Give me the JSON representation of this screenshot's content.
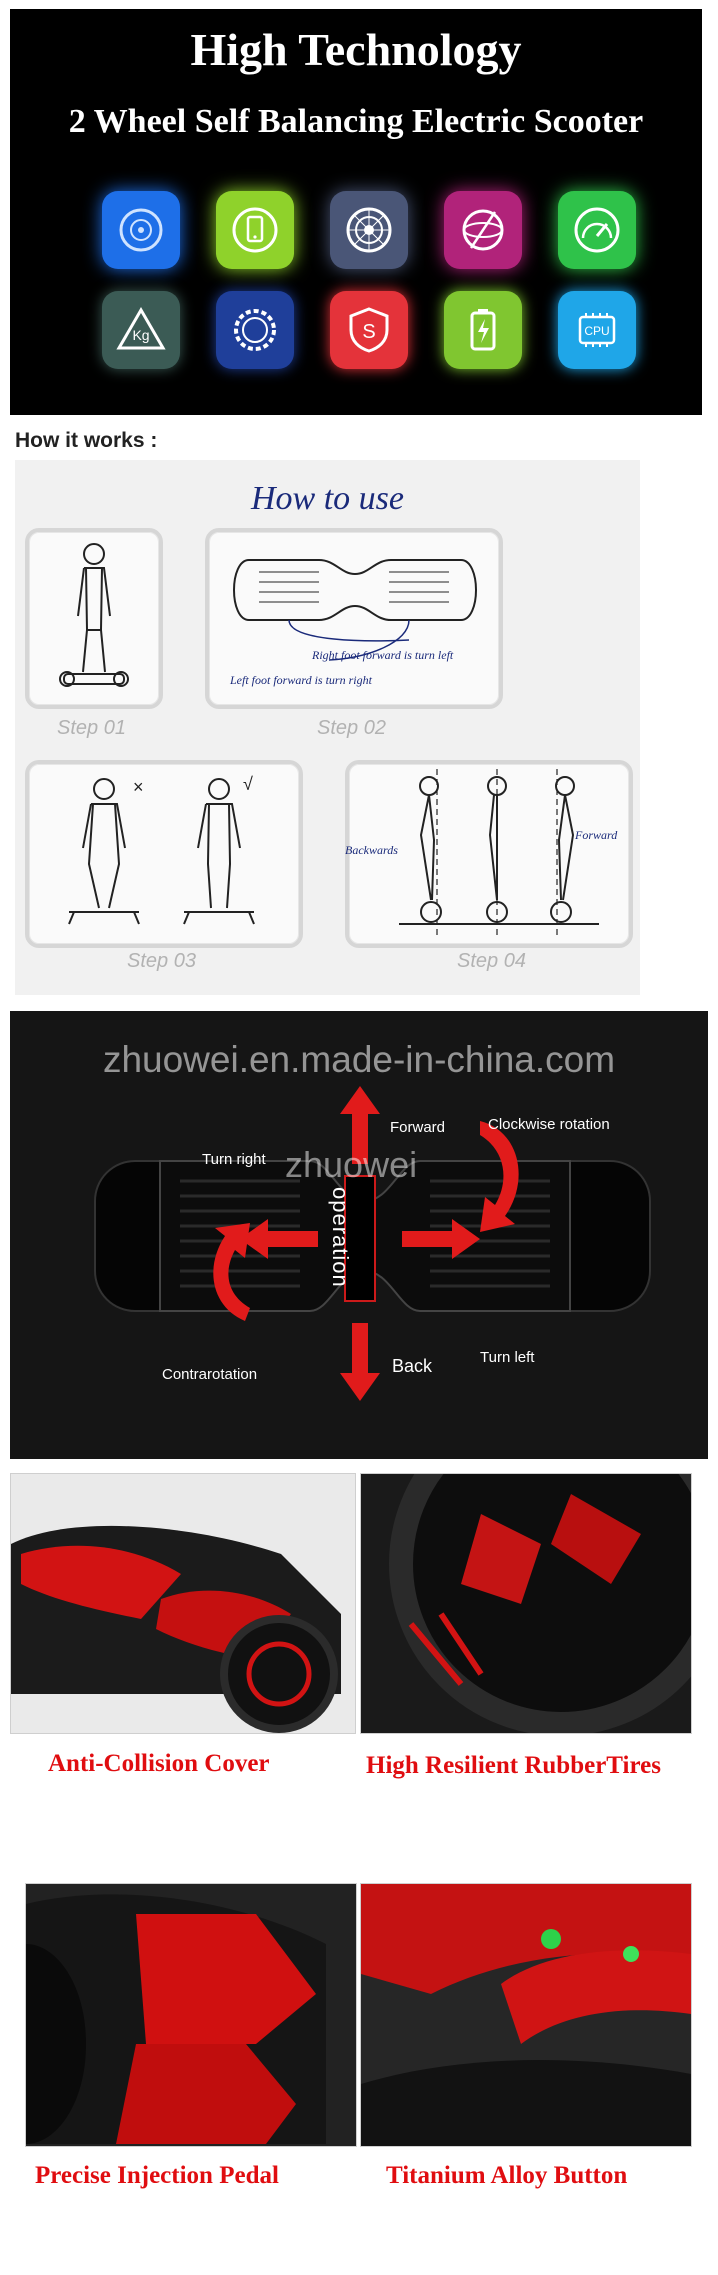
{
  "banner": {
    "title": "High Technology",
    "subtitle": "2 Wheel Self Balancing Electric Scooter",
    "icons": [
      {
        "name": "sensor-icon",
        "color": "#1e6fe8"
      },
      {
        "name": "phone-icon",
        "color": "#8fd22b"
      },
      {
        "name": "wheel-icon",
        "color": "#4a5677"
      },
      {
        "name": "gyroscope-icon",
        "color": "#b1237a"
      },
      {
        "name": "speedometer-icon",
        "color": "#2fc24a"
      },
      {
        "name": "weight-icon",
        "color": "#3b5b55"
      },
      {
        "name": "ring-icon",
        "color": "#1f3f9a"
      },
      {
        "name": "shield-icon",
        "color": "#e4333a"
      },
      {
        "name": "battery-icon",
        "color": "#80c630"
      },
      {
        "name": "cpu-icon",
        "color": "#1fa6e8",
        "label": "CPU"
      }
    ]
  },
  "how_it_works": {
    "heading": "How it works :",
    "title": "How to use",
    "steps": [
      "Step 01",
      "Step 02",
      "Step 03",
      "Step 04"
    ],
    "step2_notes": [
      "Right foot forward is turn left",
      "Left foot forward is turn right"
    ],
    "step3_marks": [
      "×",
      "√"
    ],
    "step4_labels": [
      "Backwards",
      "Forward"
    ]
  },
  "operation": {
    "watermark": "zhuowei.en.made-in-china.com",
    "brand": "zhuowei",
    "center_label": "operation",
    "labels": {
      "forward": "Forward",
      "clockwise": "Clockwise rotation",
      "turn_right": "Turn right",
      "contrarotation": "Contrarotation",
      "back": "Back",
      "turn_left": "Turn left"
    },
    "accent": "#e11b1b"
  },
  "features": [
    {
      "caption": "Anti-Collision Cover"
    },
    {
      "caption": "High Resilient RubberTires"
    },
    {
      "caption": "Precise Injection Pedal"
    },
    {
      "caption": "Titanium Alloy Button"
    }
  ]
}
